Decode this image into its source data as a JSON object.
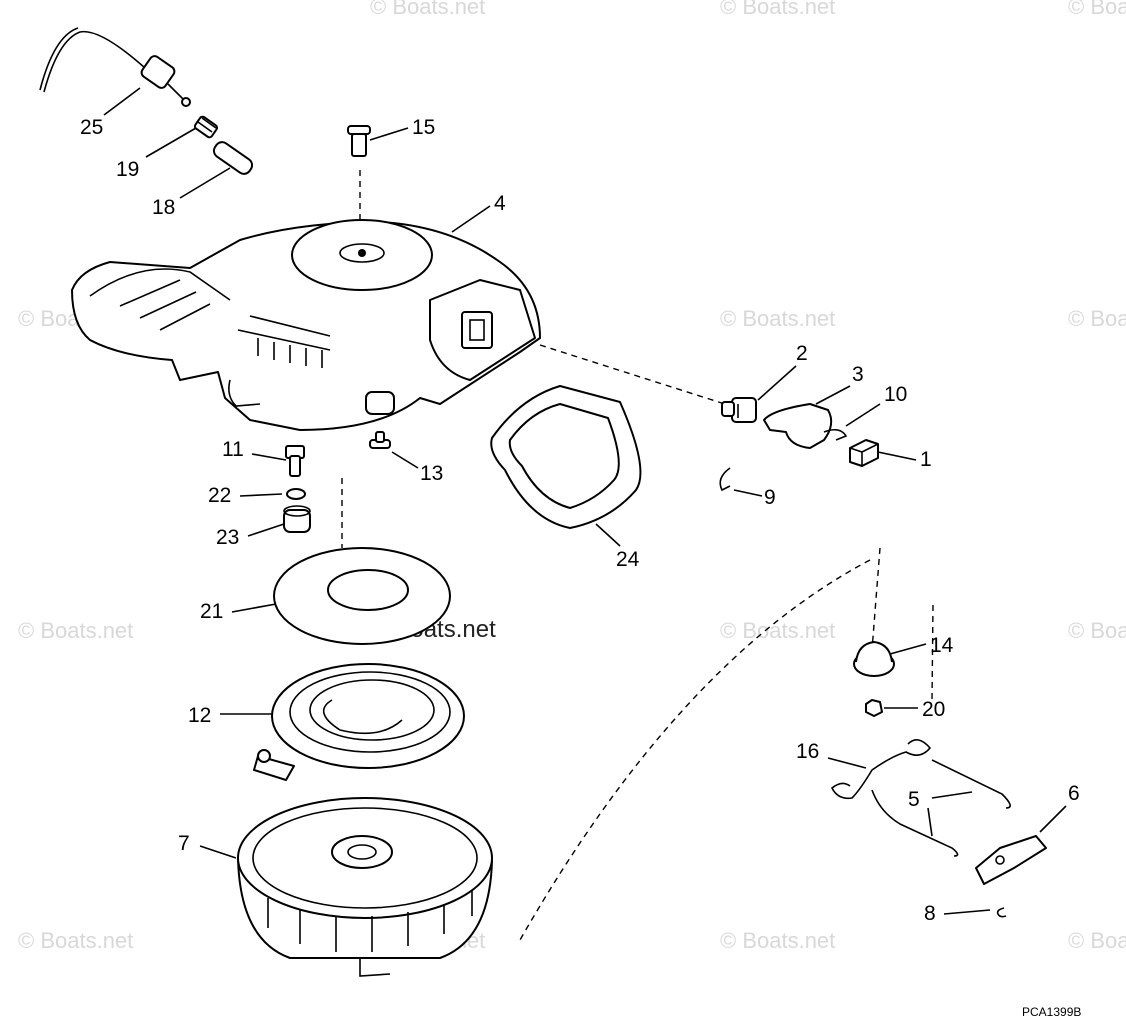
{
  "watermarks": {
    "tile": "© Boats.net",
    "main": "© Boats.net"
  },
  "diagram_code": "PCA1399B",
  "callouts": {
    "c1": "1",
    "c2": "2",
    "c3": "3",
    "c4": "4",
    "c5": "5",
    "c6": "6",
    "c7": "7",
    "c8": "8",
    "c9": "9",
    "c10": "10",
    "c11": "11",
    "c12": "12",
    "c13": "13",
    "c14": "14",
    "c15": "15",
    "c16": "16",
    "c18": "18",
    "c19": "19",
    "c20": "20",
    "c21": "21",
    "c22": "22",
    "c23": "23",
    "c24": "24",
    "c25": "25"
  }
}
